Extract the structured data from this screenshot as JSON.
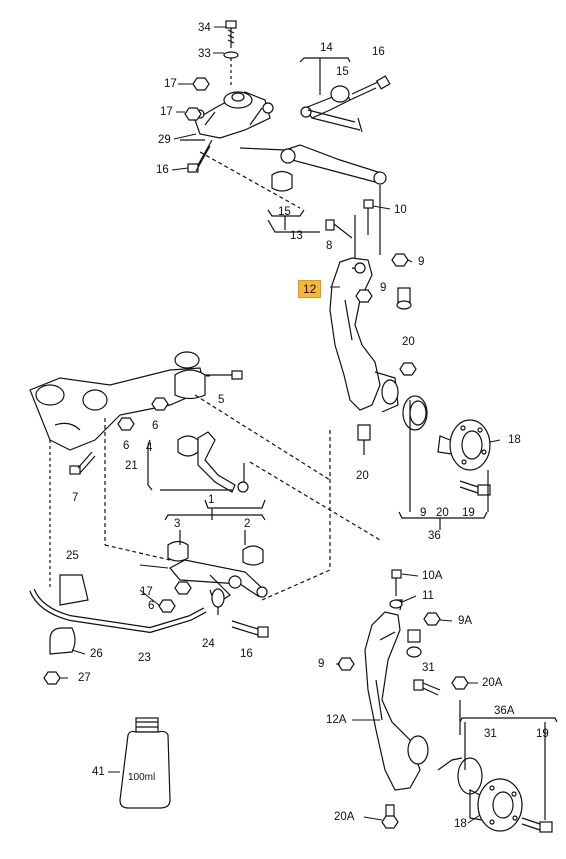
{
  "highlight_color": "#f7b733",
  "highlighted_part": "12",
  "labels": {
    "p34": "34",
    "p33": "33",
    "p17a": "17",
    "p17b": "17",
    "p29": "29",
    "p16a": "16",
    "p14": "14",
    "p15a": "15",
    "p16b": "16",
    "p15b": "15",
    "p13": "13",
    "p10": "10",
    "p8": "8",
    "p9a": "9",
    "p9b": "9",
    "p12": "12",
    "p20a": "20",
    "p18a": "18",
    "p20b": "20",
    "p19a": "19",
    "p9c": "9",
    "p20c": "20",
    "p36": "36",
    "p5": "5",
    "p6a": "6",
    "p6b": "6",
    "p4": "4",
    "p21": "21",
    "p7": "7",
    "p1": "1",
    "p3": "3",
    "p2": "2",
    "p25": "25",
    "p17c": "17",
    "p6c": "6",
    "p24": "24",
    "p16c": "16",
    "p26": "26",
    "p23": "23",
    "p27": "27",
    "p10A": "10A",
    "p11": "11",
    "p9A": "9A",
    "p9d": "9",
    "p31a": "31",
    "p20A_a": "20A",
    "p36A": "36A",
    "p31b": "31",
    "p19b": "19",
    "p12A": "12A",
    "p41": "41",
    "p20A_b": "20A",
    "p18b": "18",
    "bottle_text": "100ml"
  }
}
